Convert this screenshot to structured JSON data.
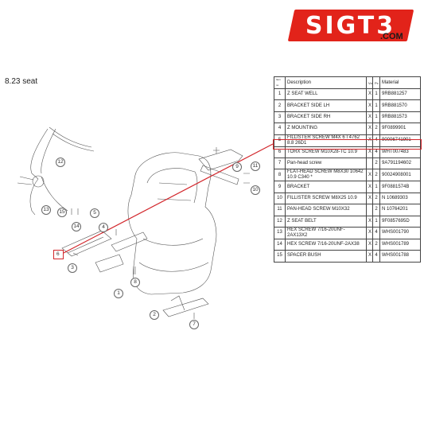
{
  "logo": {
    "text": "SIGT3",
    "domain": ".COM",
    "color": "#e2231a"
  },
  "section": {
    "title": "8.23  seat"
  },
  "highlight_color": "#d2262b",
  "table": {
    "headers": [
      "Item no",
      "Description",
      "Vol",
      "Pc",
      "Material"
    ],
    "rows": [
      {
        "num": "1",
        "desc": "Z SEAT WELL",
        "vol": "X",
        "pc": "1",
        "mat": "9RB881257"
      },
      {
        "num": "2",
        "desc": "BRACKET SIDE LH",
        "vol": "X",
        "pc": "1",
        "mat": "9RB881570"
      },
      {
        "num": "3",
        "desc": "BRACKET SIDE RH",
        "vol": "X",
        "pc": "1",
        "mat": "9RB881573"
      },
      {
        "num": "4",
        "desc": "Z MOUNTING",
        "vol": "X",
        "pc": "2",
        "mat": "9F0899901"
      },
      {
        "num": "5",
        "desc": "FILLISTER SCREW M4X 6 I 4762 8.8 26D1",
        "vol": "X",
        "pc": "4",
        "mat": "90006741901"
      },
      {
        "num": "6",
        "desc": "TORX SCREW M10X28-TC 10.9",
        "vol": "X",
        "pc": "4",
        "mat": "WHT007483"
      },
      {
        "num": "7",
        "desc": "Pan-head screw",
        "vol": "",
        "pc": "2",
        "mat": "9A791194602"
      },
      {
        "num": "8",
        "desc": "FLAT-HEAD SCREW M8X30 10642 10.9 C340 *",
        "vol": "X",
        "pc": "2",
        "mat": "90024908001"
      },
      {
        "num": "9",
        "desc": "BRACKET",
        "vol": "X",
        "pc": "1",
        "mat": "9F0881574B"
      },
      {
        "num": "10",
        "desc": "FILLISTER SCREW M8X25 10.9",
        "vol": "X",
        "pc": "2",
        "mat": "N 10689303"
      },
      {
        "num": "11",
        "desc": "PAN-HEAD SCREW M10X32",
        "vol": "",
        "pc": "2",
        "mat": "N 10764201"
      },
      {
        "num": "12",
        "desc": "Z SEAT BELT",
        "vol": "X",
        "pc": "1",
        "mat": "9F0857695D"
      },
      {
        "num": "13",
        "desc": "HEX SCREW 7/16-20UNF-2AX13X2",
        "vol": "X",
        "pc": "4",
        "mat": "WHS001790"
      },
      {
        "num": "14",
        "desc": "HEX SCREW 7/16-20UNF-2AX38",
        "vol": "X",
        "pc": "2",
        "mat": "WHS001789"
      },
      {
        "num": "15",
        "desc": "SPACER BUSH",
        "vol": "X",
        "pc": "4",
        "mat": "WHS001788"
      }
    ],
    "highlighted_item": "6"
  },
  "callouts": [
    "1",
    "2",
    "3",
    "4",
    "5",
    "6",
    "7",
    "8",
    "9",
    "10",
    "11",
    "12",
    "13",
    "14",
    "15"
  ]
}
